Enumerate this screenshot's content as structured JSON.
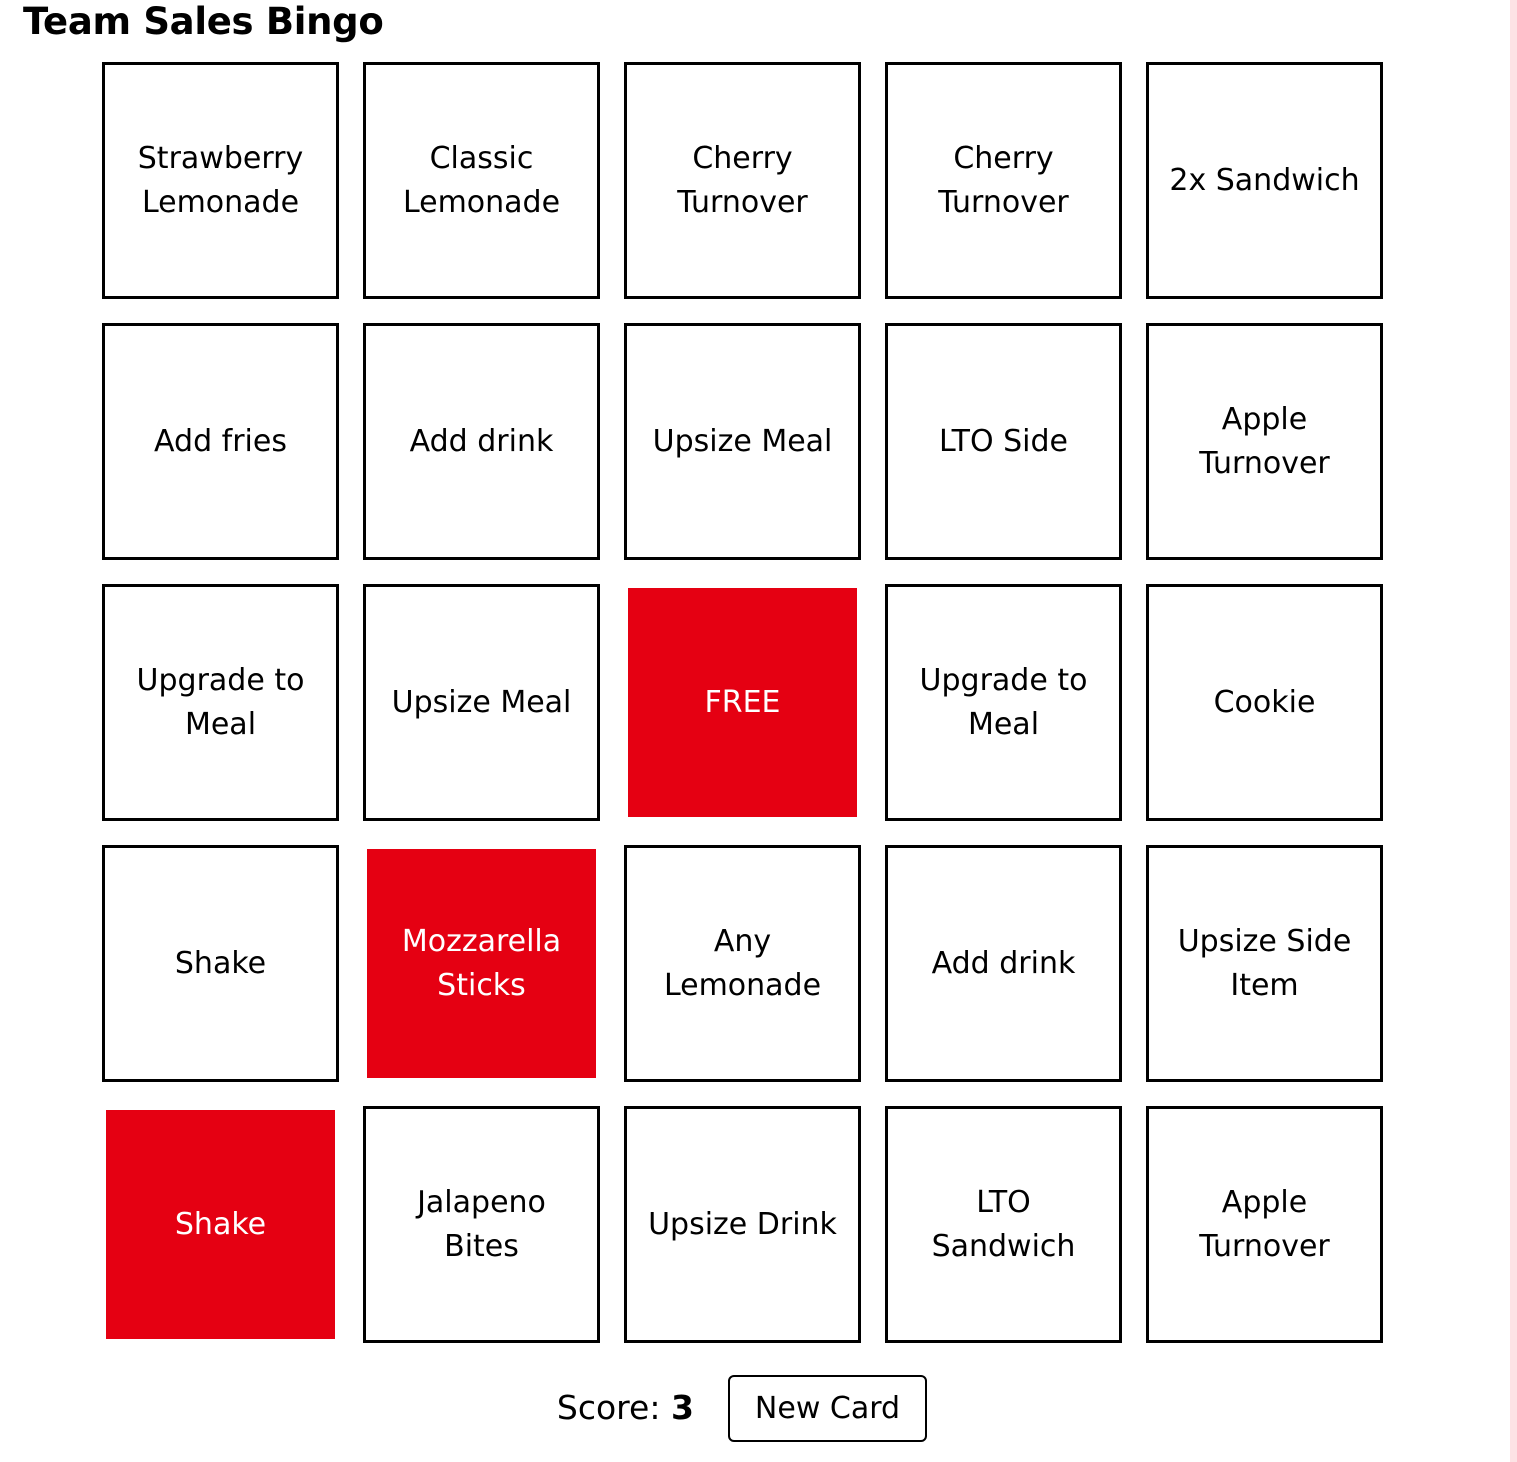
{
  "app": {
    "title": "Team Sales Bingo"
  },
  "colors": {
    "marked": "#e50012",
    "border": "#000000",
    "edge": "#fde3e5"
  },
  "board": {
    "cells": [
      {
        "label": "Strawberry Lemonade",
        "marked": false
      },
      {
        "label": "Classic Lemonade",
        "marked": false
      },
      {
        "label": "Cherry Turnover",
        "marked": false
      },
      {
        "label": "Cherry Turnover",
        "marked": false
      },
      {
        "label": "2x Sandwich",
        "marked": false
      },
      {
        "label": "Add fries",
        "marked": false
      },
      {
        "label": "Add drink",
        "marked": false
      },
      {
        "label": "Upsize Meal",
        "marked": false
      },
      {
        "label": "LTO Side",
        "marked": false
      },
      {
        "label": "Apple Turnover",
        "marked": false
      },
      {
        "label": "Upgrade to Meal",
        "marked": false
      },
      {
        "label": "Upsize Meal",
        "marked": false
      },
      {
        "label": "FREE",
        "marked": true
      },
      {
        "label": "Upgrade to Meal",
        "marked": false
      },
      {
        "label": "Cookie",
        "marked": false
      },
      {
        "label": "Shake",
        "marked": false
      },
      {
        "label": "Mozzarella Sticks",
        "marked": true
      },
      {
        "label": "Any Lemonade",
        "marked": false
      },
      {
        "label": "Add drink",
        "marked": false
      },
      {
        "label": "Upsize Side Item",
        "marked": false
      },
      {
        "label": "Shake",
        "marked": true
      },
      {
        "label": "Jalapeno Bites",
        "marked": false
      },
      {
        "label": "Upsize Drink",
        "marked": false
      },
      {
        "label": "LTO Sandwich",
        "marked": false
      },
      {
        "label": "Apple Turnover",
        "marked": false
      }
    ]
  },
  "footer": {
    "score_label": "Score:",
    "score_value": "3",
    "new_card_label": "New Card"
  }
}
